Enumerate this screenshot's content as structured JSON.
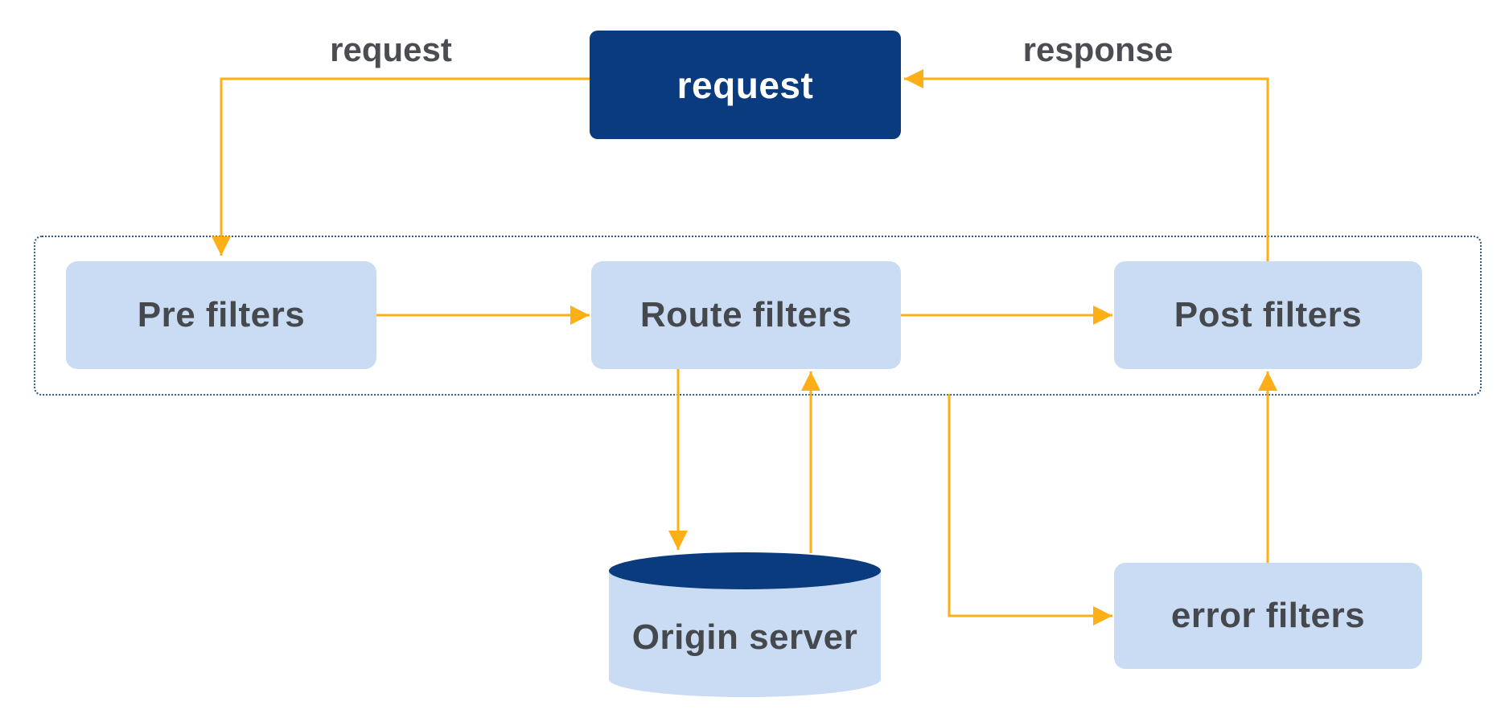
{
  "diagram": {
    "nodes": {
      "request": {
        "label": "request",
        "shape": "rounded-rect",
        "fill": "#0a3b7e",
        "text_color": "#ffffff"
      },
      "pre_filters": {
        "label": "Pre filters",
        "shape": "rounded-rect",
        "fill": "#c9dcf4"
      },
      "route_filters": {
        "label": "Route filters",
        "shape": "rounded-rect",
        "fill": "#c9dcf4"
      },
      "post_filters": {
        "label": "Post filters",
        "shape": "rounded-rect",
        "fill": "#c9dcf4"
      },
      "error_filters": {
        "label": "error filters",
        "shape": "rounded-rect",
        "fill": "#c9dcf4"
      },
      "origin_server": {
        "label": "Origin server",
        "shape": "cylinder",
        "fill": "#c9dcf4",
        "top_fill": "#0a3b7e"
      }
    },
    "edge_labels": {
      "request": "request",
      "response": "response"
    },
    "edges": [
      {
        "from": "request",
        "to": "pre_filters",
        "label": "request"
      },
      {
        "from": "pre_filters",
        "to": "route_filters",
        "label": ""
      },
      {
        "from": "route_filters",
        "to": "post_filters",
        "label": ""
      },
      {
        "from": "route_filters",
        "to": "origin_server",
        "label": ""
      },
      {
        "from": "origin_server",
        "to": "route_filters",
        "label": ""
      },
      {
        "from": "filter_container",
        "to": "error_filters",
        "label": ""
      },
      {
        "from": "error_filters",
        "to": "post_filters",
        "label": ""
      },
      {
        "from": "post_filters",
        "to": "request",
        "label": "response"
      }
    ],
    "colors": {
      "arrow": "#fcaf17",
      "node_fill": "#c9dcf4",
      "node_text": "#45484d",
      "navy": "#0a3b7e",
      "container_border": "#2d5986",
      "label_text": "#4a4d52"
    }
  }
}
